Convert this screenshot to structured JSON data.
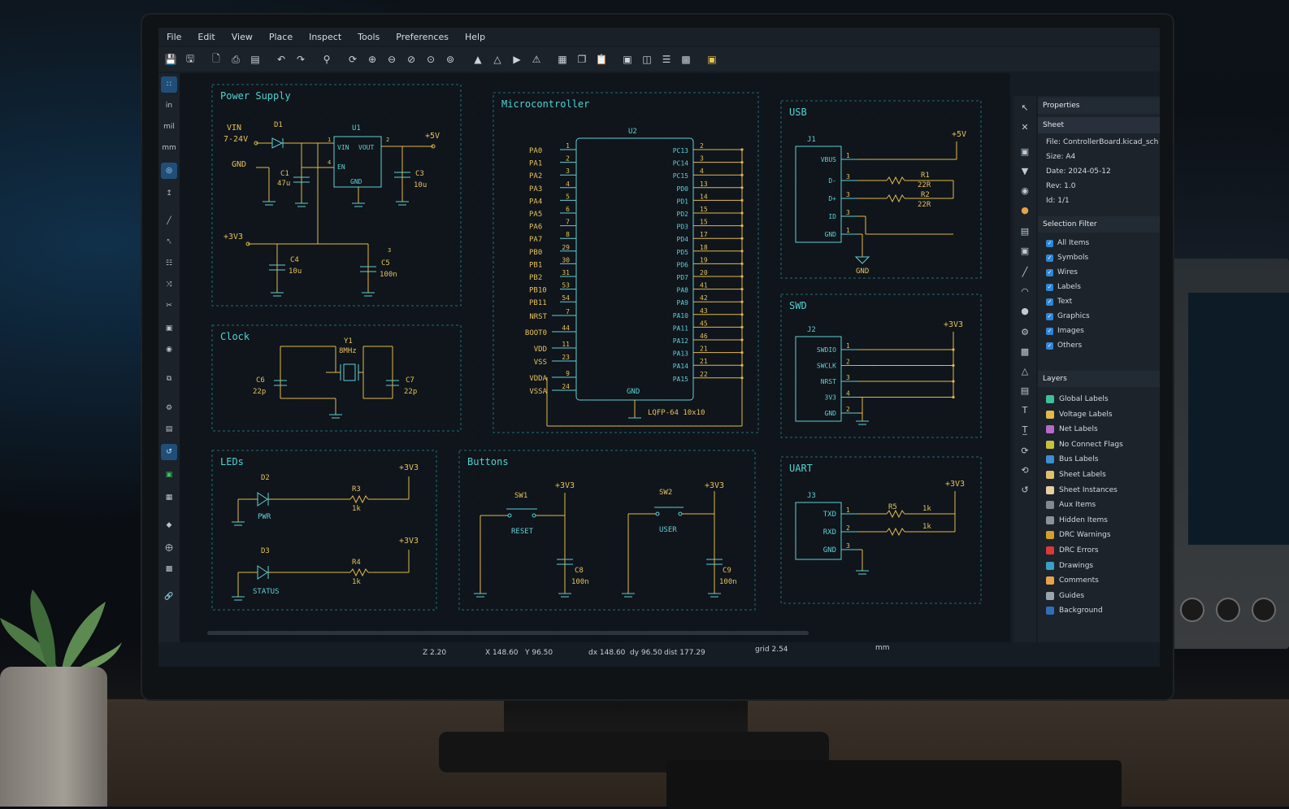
{
  "menu": [
    "File",
    "Edit",
    "View",
    "Place",
    "Inspect",
    "Tools",
    "Preferences",
    "Help"
  ],
  "toolbar_icons": [
    "save-icon",
    "save-copy-icon",
    "page-icon",
    "print-icon",
    "plot-icon",
    "undo-icon",
    "redo-icon",
    "find-icon",
    "refresh-icon",
    "zoom-in-icon",
    "zoom-out-icon",
    "zoom-fit-icon",
    "zoom-selection-icon",
    "zoom-objects-icon",
    "annotate-icon",
    "erc-icon",
    "run-icon",
    "warning-icon",
    "netlist-icon",
    "bom-icon",
    "clipboard-icon",
    "symbol-editor-icon",
    "footprint-icon",
    "assign-icon",
    "pcb-icon",
    "scripting-icon"
  ],
  "left_tools": [
    "Grid",
    "in",
    "mil",
    "mm",
    "Snap",
    "Cursor"
  ],
  "sheets": {
    "power": {
      "title": "Power Supply",
      "vin": "VIN",
      "vin_range": "7-24V",
      "gnd": "GND",
      "d1": "D1",
      "u1": "U1",
      "u1_pins": {
        "vin": "VIN",
        "vout": "VOUT",
        "en": "EN",
        "gnd": "GND"
      },
      "pin1": "1",
      "pin2": "2",
      "pin4": "4",
      "pin3": "3",
      "p5v": "+5V",
      "c1": "C1",
      "c1v": "47u",
      "c3": "C3",
      "c3v": "10u",
      "p3v3": "+3V3",
      "c4": "C4",
      "c4v": "10u",
      "c5": "C5",
      "c5v": "100n"
    },
    "mcu": {
      "title": "Microcontroller",
      "ref": "U2",
      "package": "LQFP-64 10x10",
      "gnd": "GND",
      "left_pins": [
        {
          "name": "PA0",
          "num": "1"
        },
        {
          "name": "PA1",
          "num": "2"
        },
        {
          "name": "PA2",
          "num": "3"
        },
        {
          "name": "PA3",
          "num": "4"
        },
        {
          "name": "PA4",
          "num": "5"
        },
        {
          "name": "PA5",
          "num": "6"
        },
        {
          "name": "PA6",
          "num": "7"
        },
        {
          "name": "PA7",
          "num": "8"
        },
        {
          "name": "PB0",
          "num": "29"
        },
        {
          "name": "PB1",
          "num": "30"
        },
        {
          "name": "PB2",
          "num": "31"
        },
        {
          "name": "PB10",
          "num": "53"
        },
        {
          "name": "PB11",
          "num": "54"
        }
      ],
      "extra_left": [
        {
          "name": "NRST",
          "num": "7"
        },
        {
          "name": "BOOT0",
          "num": "44"
        },
        {
          "name": "VDD",
          "num": "11"
        },
        {
          "name": "VSS",
          "num": "23"
        },
        {
          "name": "VDDA",
          "num": "9"
        },
        {
          "name": "VSSA",
          "num": "24"
        }
      ],
      "right_pins": [
        {
          "name": "PC13",
          "num": "2"
        },
        {
          "name": "PC14",
          "num": "3"
        },
        {
          "name": "PC15",
          "num": "4"
        },
        {
          "name": "PD0",
          "num": "13"
        },
        {
          "name": "PD1",
          "num": "14"
        },
        {
          "name": "PD2",
          "num": "15"
        },
        {
          "name": "PD3",
          "num": "15"
        },
        {
          "name": "PD4",
          "num": "17"
        },
        {
          "name": "PD5",
          "num": "18"
        },
        {
          "name": "PD6",
          "num": "19"
        },
        {
          "name": "PD7",
          "num": "20"
        },
        {
          "name": "PA8",
          "num": "41"
        },
        {
          "name": "PA9",
          "num": "42"
        },
        {
          "name": "PA10",
          "num": "43"
        },
        {
          "name": "PA11",
          "num": "45"
        },
        {
          "name": "PA12",
          "num": "46"
        },
        {
          "name": "PA13",
          "num": "21"
        },
        {
          "name": "PA14",
          "num": "21"
        },
        {
          "name": "PA15",
          "num": "22"
        }
      ]
    },
    "usb": {
      "title": "USB",
      "ref": "J1",
      "p5v": "+5V",
      "gnd": "GND",
      "pins": [
        {
          "name": "VBUS",
          "num": "1"
        },
        {
          "name": "D-",
          "num": "3"
        },
        {
          "name": "D+",
          "num": "3"
        },
        {
          "name": "ID",
          "num": "3"
        },
        {
          "name": "GND",
          "num": "1"
        }
      ],
      "r1": "R1",
      "r1v": "22R",
      "r2": "R2",
      "r2v": "22R"
    },
    "swd": {
      "title": "SWD",
      "ref": "J2",
      "p3v3": "+3V3",
      "pins": [
        {
          "name": "SWDIO",
          "num": "1"
        },
        {
          "name": "SWCLK",
          "num": "2"
        },
        {
          "name": "NRST",
          "num": "3"
        },
        {
          "name": "3V3",
          "num": "4"
        },
        {
          "name": "GND",
          "num": "2"
        }
      ]
    },
    "clock": {
      "title": "Clock",
      "y1": "Y1",
      "y1v": "8MHz",
      "c6": "C6",
      "c6v": "22p",
      "c7": "C7",
      "c7v": "22p"
    },
    "leds": {
      "title": "LEDs",
      "d2": "D2",
      "d2l": "PWR",
      "d3": "D3",
      "d3l": "STATUS",
      "r3": "R3",
      "r3v": "1k",
      "r4": "R4",
      "r4v": "1k",
      "p3v3": "+3V3"
    },
    "buttons": {
      "title": "Buttons",
      "sw1": "SW1",
      "sw1l": "RESET",
      "sw2": "SW2",
      "sw2l": "USER",
      "p3v3": "+3V3",
      "c8": "C8",
      "c8v": "100n",
      "c9": "C9",
      "c9v": "100n"
    },
    "uart": {
      "title": "UART",
      "ref": "J3",
      "p3v3": "+3V3",
      "pins": [
        {
          "name": "TXD",
          "num": "1"
        },
        {
          "name": "RXD",
          "num": "2"
        },
        {
          "name": "GND",
          "num": "3"
        }
      ],
      "r5": "R5",
      "r5v": "1k",
      "r6v": "1k"
    }
  },
  "properties": {
    "header": "Properties",
    "sheet": "Sheet",
    "file": "File:",
    "file_v": "ControllerBoard.kicad_sch",
    "size": "Size:",
    "size_v": "A4",
    "date": "Date:",
    "date_v": "2024-05-12",
    "rev": "Rev:",
    "rev_v": "1.0",
    "id": "Id:",
    "id_v": "1/1"
  },
  "selection_filter": {
    "header": "Selection Filter",
    "items": [
      "All Items",
      "Symbols",
      "Wires",
      "Labels",
      "Text",
      "Graphics",
      "Images",
      "Others"
    ]
  },
  "layers": {
    "header": "Layers",
    "items": [
      {
        "name": "Global Labels",
        "color": "#3fbf9a"
      },
      {
        "name": "Voltage Labels",
        "color": "#e3b94a"
      },
      {
        "name": "Net Labels",
        "color": "#b86ac9"
      },
      {
        "name": "No Connect Flags",
        "color": "#c8c23a"
      },
      {
        "name": "Bus Labels",
        "color": "#3a8fd6"
      },
      {
        "name": "Sheet Labels",
        "color": "#e0c06a"
      },
      {
        "name": "Sheet Instances",
        "color": "#e6cfa0"
      },
      {
        "name": "Aux Items",
        "color": "#7f8a94"
      },
      {
        "name": "Hidden Items",
        "color": "#8b939b"
      },
      {
        "name": "DRC Warnings",
        "color": "#d6a02a"
      },
      {
        "name": "DRC Errors",
        "color": "#d83a3a"
      },
      {
        "name": "Drawings",
        "color": "#3aa0c8"
      },
      {
        "name": "Comments",
        "color": "#e8a24a"
      },
      {
        "name": "Guides",
        "color": "#9aa4ad"
      },
      {
        "name": "Background",
        "color": "#2f6fb8"
      }
    ]
  },
  "status": {
    "zoom": "Z 2.20",
    "x": "X 148.60",
    "y": "Y 96.50",
    "dx": "dx 148.60",
    "dy": "dy 96.50",
    "dist": "dist 177.29",
    "grid": "grid 2.54",
    "units": "mm"
  },
  "colors": {
    "wire": "#e3b94a",
    "symbol": "#5fd0d6",
    "label": "#e6c15a",
    "title": "#4fd3d0",
    "frame": "#1f6f74",
    "background": "#0f151b"
  }
}
